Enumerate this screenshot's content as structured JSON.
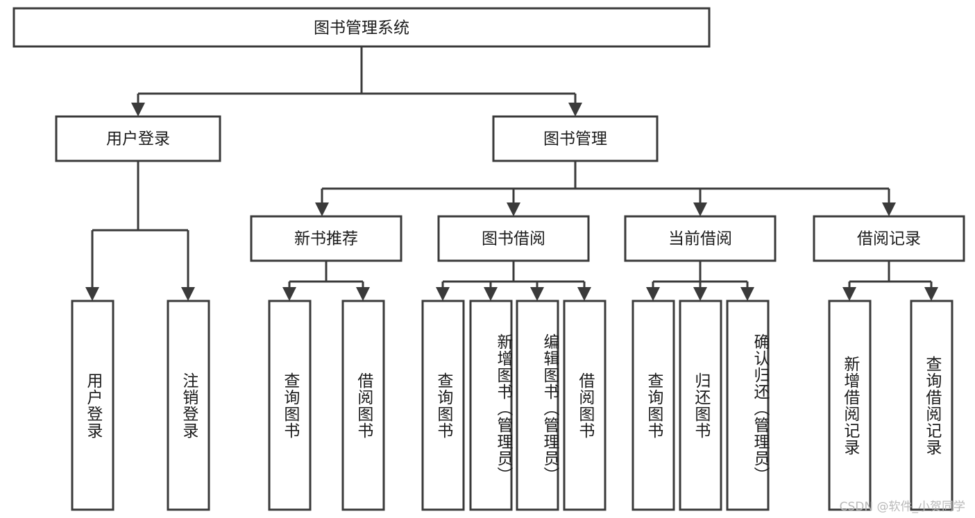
{
  "diagram": {
    "title": "图书管理系统",
    "watermark": "CSDN @软件_小贺同学",
    "colors": {
      "stroke": "#3a3a3a",
      "fill": "#ffffff",
      "text": "#1a1a1a",
      "watermark": "#b9b9b9"
    },
    "levels": {
      "root": {
        "label": "图书管理系统"
      },
      "level2": [
        {
          "label": "用户登录"
        },
        {
          "label": "图书管理"
        }
      ],
      "level3": [
        {
          "label": "新书推荐"
        },
        {
          "label": "图书借阅"
        },
        {
          "label": "当前借阅"
        },
        {
          "label": "借阅记录"
        }
      ]
    },
    "leaves": {
      "user_login": [
        {
          "label": "用户登录"
        },
        {
          "label": "注销登录"
        }
      ],
      "new_book_recommend": [
        {
          "label": "查询图书"
        },
        {
          "label": "借阅图书"
        }
      ],
      "book_borrow": [
        {
          "label": "查询图书"
        },
        {
          "label": "新增图书（管理员）"
        },
        {
          "label": "编辑图书（管理员）"
        },
        {
          "label": "借阅图书"
        }
      ],
      "current_borrow": [
        {
          "label": "查询图书"
        },
        {
          "label": "归还图书"
        },
        {
          "label": "确认归还（管理员）"
        }
      ],
      "borrow_record": [
        {
          "label": "新增借阅记录"
        },
        {
          "label": "查询借阅记录"
        }
      ]
    }
  }
}
